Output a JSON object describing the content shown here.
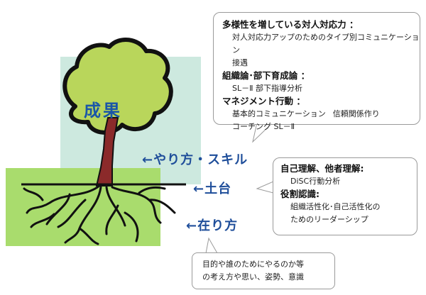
{
  "labels": {
    "result": "成果",
    "skill": "←やり方・スキル",
    "foundation": "←土台",
    "way_of_being": "←在り方"
  },
  "skill_box": {
    "h1": "多様性を増している対人対応力 ：",
    "t1a": "対人対応力アップのためのタイプ別コミュニケーション",
    "t1b": "接遇",
    "h2": "組織論･部下育成論 ：",
    "t2": "SL－Ⅱ 部下指導分析",
    "h3": "マネジメント行動 ：",
    "t3a": "基本的コミュニケーション",
    "t3b": "信頼関係作り",
    "t3c": "コーチング SL－Ⅱ"
  },
  "foundation_box": {
    "h1": "自己理解、他者理解:",
    "t1": "DiSC行動分析",
    "h2": "役割認識:",
    "t2a": "組織活性化･自己活性化の",
    "t2b": "ためのリーダーシップ"
  },
  "being_box": {
    "t1": "目的や誰のためにやるのか等",
    "t2": "の考え方や思い、姿勢、意識"
  },
  "colors": {
    "canopy": "#b9d65b",
    "trunk": "#8b2a2a",
    "skill_bg": "#cde9df",
    "base_bg": "#a9dc6d",
    "label_blue": "#1f4e9a"
  }
}
